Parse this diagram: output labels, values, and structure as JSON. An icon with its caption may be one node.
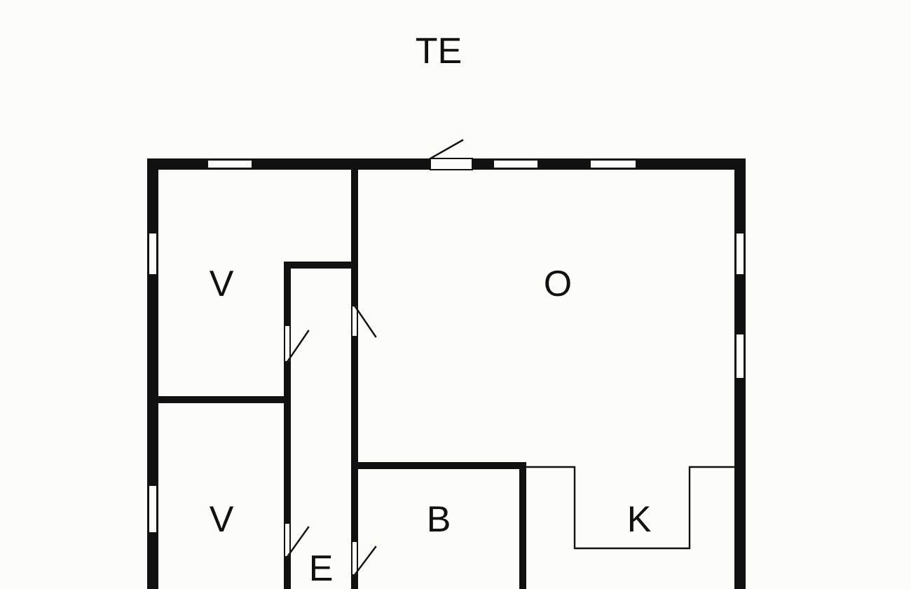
{
  "diagram": {
    "nodes": [
      {
        "text": [
          "V"
        ]
      },
      {
        "text": [
          "O"
        ]
      },
      {
        "text": [
          "V"
        ]
      },
      {
        "text": [
          "B"
        ]
      },
      {
        "text": [
          "K"
        ],
        "in": 1
      },
      {
        "text": [
          "E"
        ]
      }
    ],
    "labels": [
      "TE"
    ]
  }
}
